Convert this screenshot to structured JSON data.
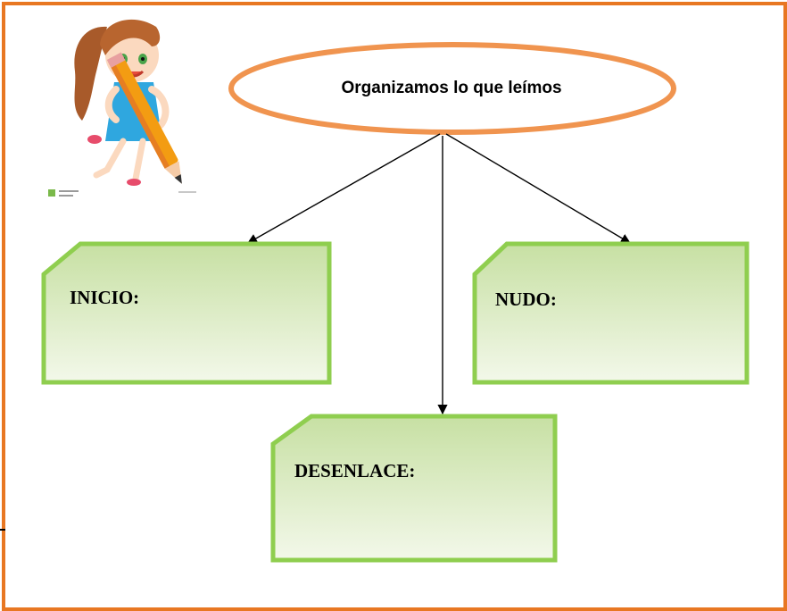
{
  "title": "Organizamos lo que leímos",
  "boxes": {
    "inicio": "INICIO:",
    "nudo": "NUDO:",
    "desenlace": "DESENLACE:"
  },
  "colors": {
    "frame": "#e87722",
    "oval_stroke": "#f0944f",
    "box_border": "#8fce4f",
    "box_fill_top": "#c7e0a3",
    "box_fill_bottom": "#f3f8ea"
  },
  "illustration": "girl-with-pencil"
}
